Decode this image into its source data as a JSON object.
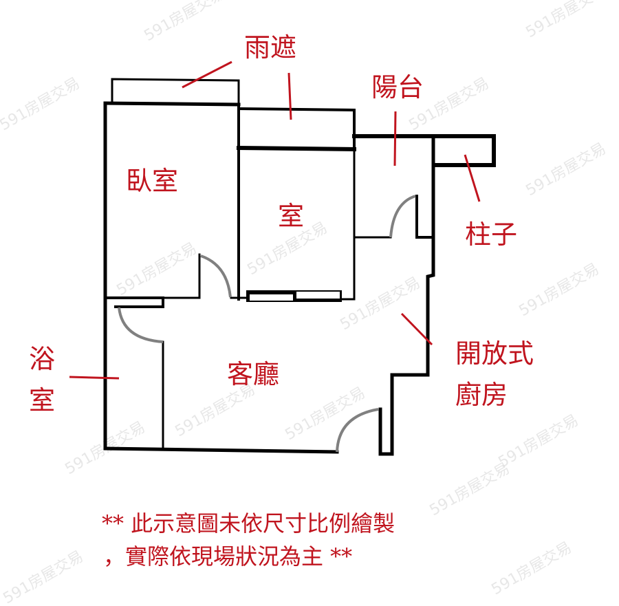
{
  "labels": {
    "canopy": "雨遮",
    "balcony": "陽台",
    "bedroom1": "臥室",
    "bedroom2": "室",
    "pillar": "柱子",
    "kitchen_line1": "開放式",
    "kitchen_line2": "廚房",
    "bath_line1": "浴",
    "bath_line2": "室",
    "living": "客廳"
  },
  "note": {
    "line1": "** 此示意圖未依尺寸比例繪製",
    "line2": "，實際依現場狀況為主 **"
  },
  "watermark": "591房屋交易",
  "colors": {
    "label": "#c0141e",
    "wall": "#000000",
    "door": "#808080"
  }
}
